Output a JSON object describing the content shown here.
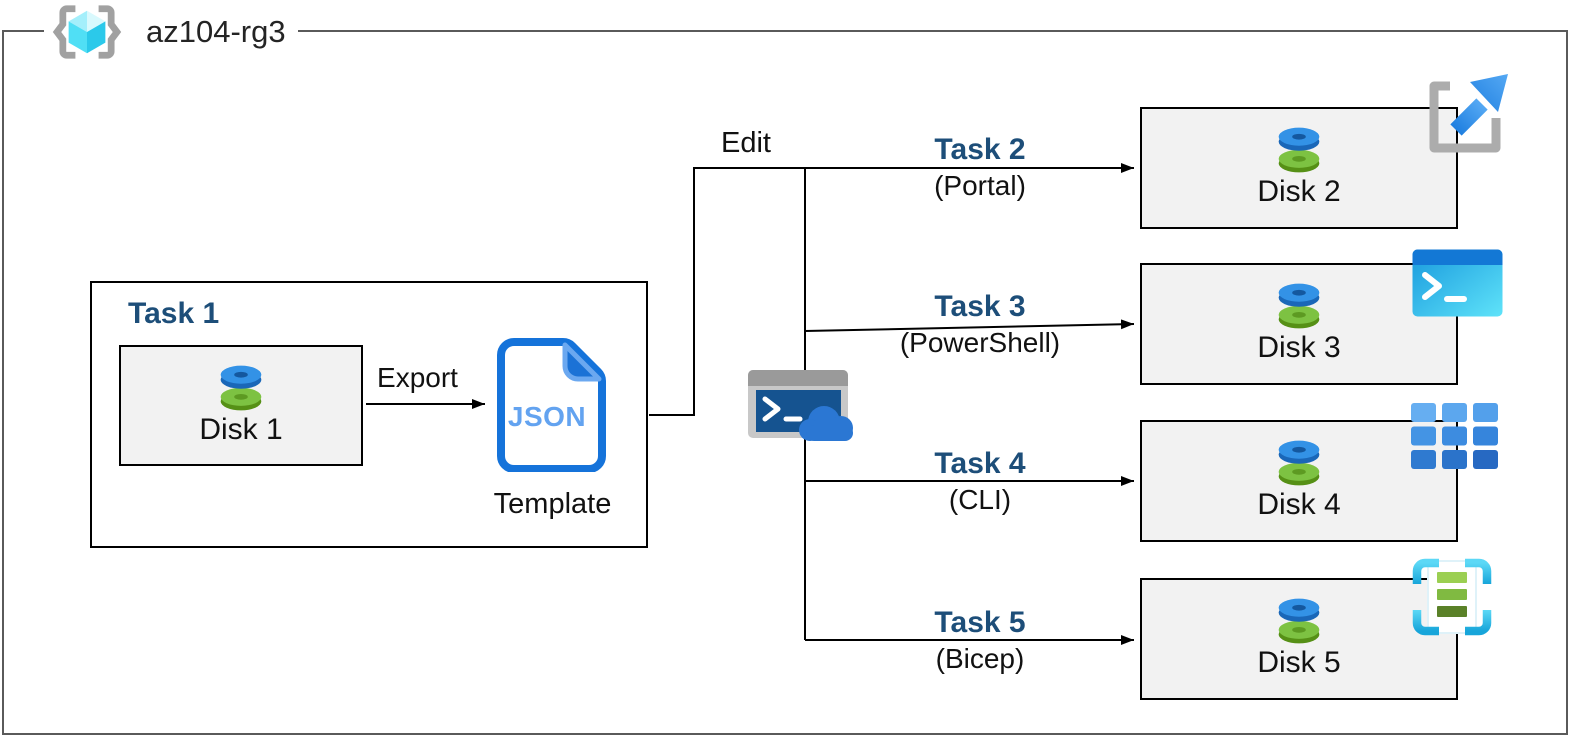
{
  "header": {
    "title": "az104-rg3"
  },
  "task1": {
    "label": "Task 1",
    "disk_label": "Disk 1",
    "export_label": "Export",
    "json_label": "JSON",
    "template_label": "Template"
  },
  "edit_label": "Edit",
  "branches": [
    {
      "task": "Task 2",
      "method": "(Portal)",
      "disk": "Disk 2",
      "tool_icon": "azure-portal-launch-icon"
    },
    {
      "task": "Task 3",
      "method": "(PowerShell)",
      "disk": "Disk 3",
      "tool_icon": "powershell-terminal-icon"
    },
    {
      "task": "Task 4",
      "method": "(CLI)",
      "disk": "Disk 4",
      "tool_icon": "cli-grid-icon"
    },
    {
      "task": "Task 5",
      "method": "(Bicep)",
      "disk": "Disk 5",
      "tool_icon": "bicep-template-icon"
    }
  ],
  "icons": {
    "resource_group": "azure-resource-group-icon",
    "disk": "managed-disk-icon",
    "template": "json-template-icon",
    "cloud_shell": "cloud-shell-icon",
    "portal": "azure-portal-launch-icon",
    "powershell": "powershell-terminal-icon",
    "cli": "cli-grid-icon",
    "bicep": "bicep-template-icon"
  },
  "colors": {
    "task_label": "#1d4e79",
    "box_fill": "#f2f2f2",
    "frame": "#5a5a5a",
    "line": "#000000",
    "azure_blue": "#1573da",
    "rg_cyan": "#50dff5",
    "disk_blue": "#3392e6",
    "disk_green": "#7dc242"
  }
}
